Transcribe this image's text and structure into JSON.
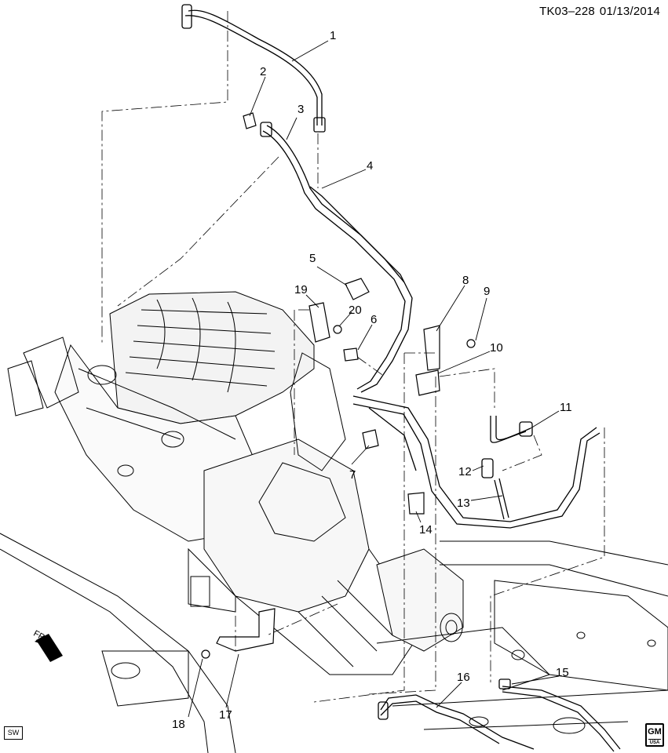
{
  "header": {
    "drawing_id": "TK03–228",
    "date": "01/13/2014"
  },
  "badges": {
    "sw": "SW",
    "gm": "GM",
    "gm_sub": "USA"
  },
  "orientation": {
    "label": "FRT",
    "icon": "front-arrow-icon"
  },
  "callouts": [
    "1",
    "2",
    "3",
    "4",
    "5",
    "6",
    "7",
    "8",
    "9",
    "10",
    "11",
    "12",
    "13",
    "14",
    "15",
    "16",
    "17",
    "18",
    "19",
    "20"
  ],
  "colors": {
    "line": "#000000",
    "background": "#ffffff",
    "engine_shade": "#e6e6e6"
  }
}
